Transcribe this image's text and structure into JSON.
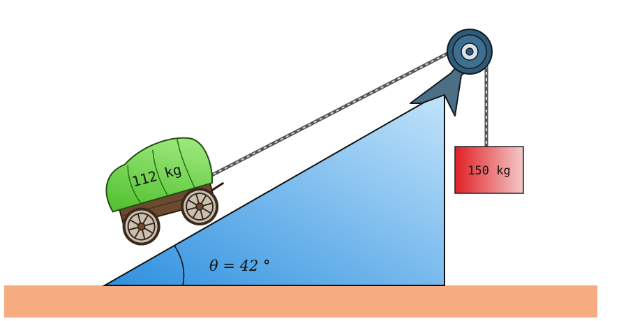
{
  "wagon": {
    "mass_label": "112 kg",
    "cover_color": "#5ecb3a",
    "cover_highlight": "#9be87c"
  },
  "hanging_block": {
    "mass_label": "150 kg",
    "color": "#e0262b"
  },
  "angle": {
    "label": "θ = 42 °",
    "value_degrees": 42
  },
  "colors": {
    "ground": "#f7ab80",
    "ramp_dark": "#2e90df",
    "ramp_light": "#bfe2fa",
    "pulley": "#385b74",
    "rope": "#777777",
    "wood": "#6b4a30"
  }
}
